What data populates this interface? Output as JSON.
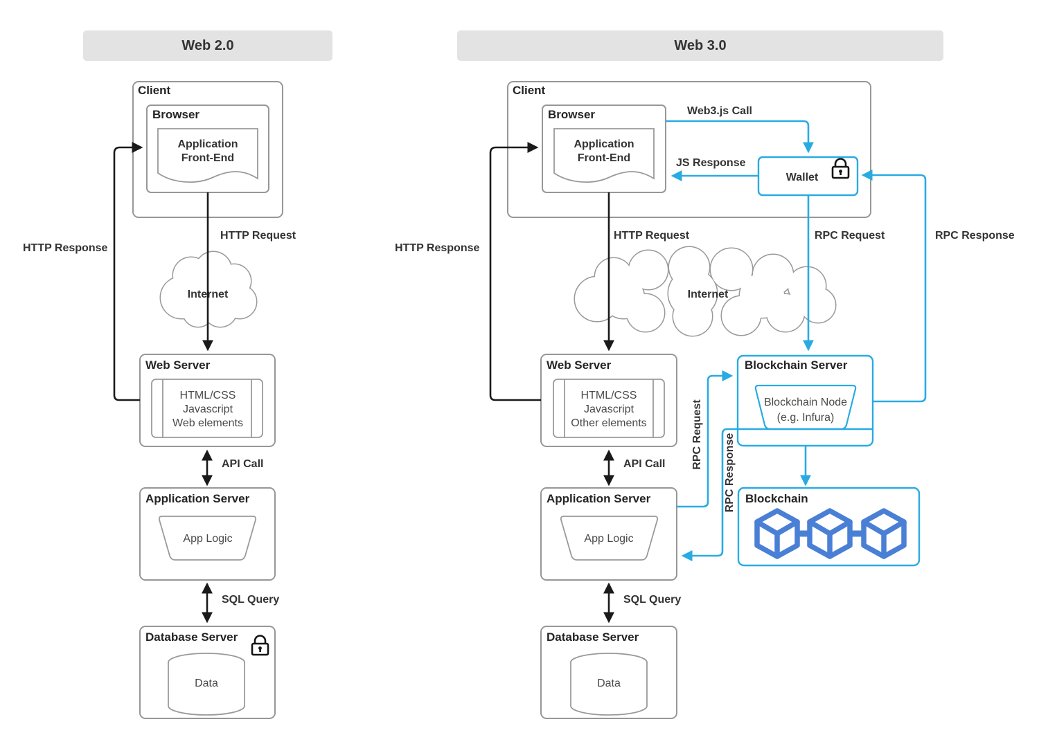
{
  "colors": {
    "accent_blue": "#29abe2",
    "cube_blue": "#4a7fd6",
    "header_bg": "#e3e3e3",
    "box_border": "#979797",
    "line_black": "#1a1a1a"
  },
  "web2": {
    "header": "Web 2.0",
    "client_label": "Client",
    "browser_label": "Browser",
    "frontend": {
      "line1": "Application",
      "line2": "Front-End"
    },
    "http_request": "HTTP Request",
    "http_response": "HTTP Response",
    "internet_label": "Internet",
    "web_server": {
      "title": "Web Server",
      "lines": [
        "HTML/CSS",
        "Javascript",
        "Web elements"
      ]
    },
    "api_call": "API Call",
    "app_server": {
      "title": "Application Server",
      "logic": "App Logic"
    },
    "sql_query": "SQL Query",
    "db_server": {
      "title": "Database Server",
      "data": "Data"
    }
  },
  "web3": {
    "header": "Web 3.0",
    "client_label": "Client",
    "browser_label": "Browser",
    "frontend": {
      "line1": "Application",
      "line2": "Front-End"
    },
    "wallet_label": "Wallet",
    "web3js_call": "Web3.js Call",
    "js_response": "JS Response",
    "http_request": "HTTP Request",
    "http_response": "HTTP Response",
    "internet_label": "Internet",
    "rpc_request_top": "RPC Request",
    "rpc_response_top": "RPC Response",
    "web_server": {
      "title": "Web Server",
      "lines": [
        "HTML/CSS",
        "Javascript",
        "Other elements"
      ]
    },
    "api_call": "API Call",
    "app_server": {
      "title": "Application Server",
      "logic": "App Logic"
    },
    "sql_query": "SQL Query",
    "db_server": {
      "title": "Database Server",
      "data": "Data"
    },
    "rpc_request_side": "RPC Request",
    "rpc_response_side": "RPC Response",
    "blockchain_server": {
      "title": "Blockchain Server",
      "node_line1": "Blockchain Node",
      "node_line2": "(e.g. Infura)"
    },
    "blockchain_box": {
      "title": "Blockchain"
    }
  }
}
